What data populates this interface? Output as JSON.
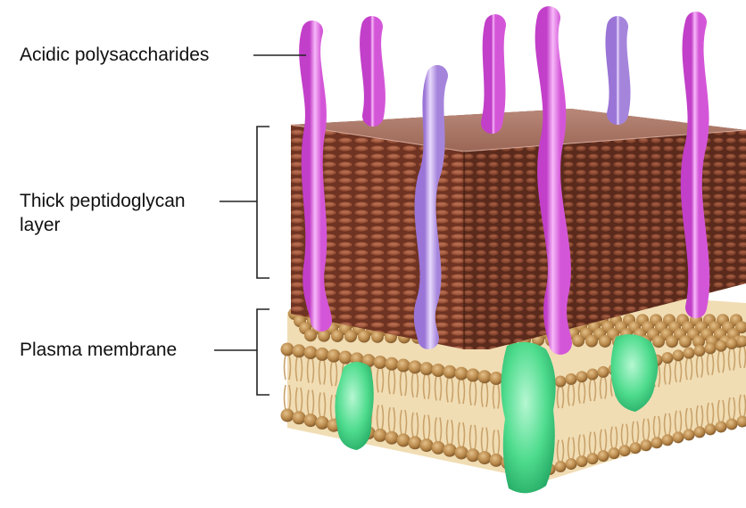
{
  "labels": {
    "polysaccharides": "Acidic polysaccharides",
    "peptidoglycan_line1": "Thick peptidoglycan",
    "peptidoglycan_line2": "layer",
    "membrane": "Plasma membrane"
  },
  "colors": {
    "peptidoglycan_dark": "#5a2a1c",
    "peptidoglycan_mid": "#8c4a33",
    "peptidoglycan_top": "#b07a66",
    "polysaccharide_pink": "#e57ae8",
    "polysaccharide_lavender": "#c8a7ec",
    "lipid_head": "#b8884a",
    "lipid_tail": "#d9b98a",
    "membrane_fill": "#f1ddb4",
    "protein_green": "#4fdc8e",
    "leader_line": "#222222"
  }
}
